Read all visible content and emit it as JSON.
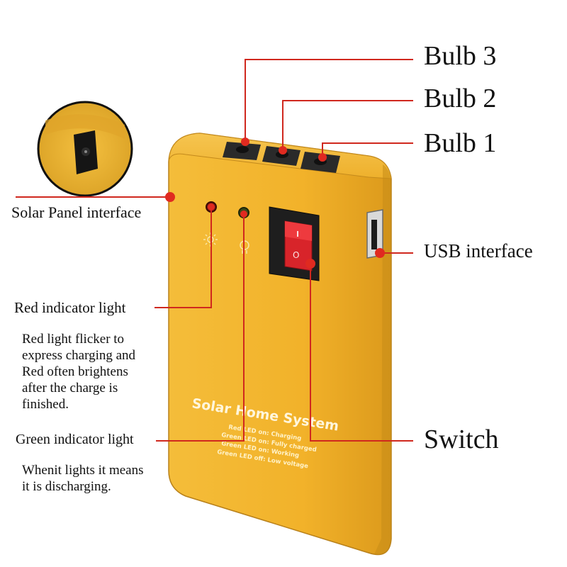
{
  "labels": {
    "bulb3": "Bulb 3",
    "bulb2": "Bulb 2",
    "bulb1": "Bulb 1",
    "solar_panel": "Solar Panel interface",
    "usb": "USB interface",
    "red_indicator": "Red indicator light",
    "green_indicator": "Green indicator light",
    "switch": "Switch"
  },
  "descriptions": {
    "red_lines": [
      "Red light flicker to",
      "express charging and",
      "Red often brightens",
      "after the charge is",
      "finished."
    ],
    "green_lines": [
      "Whenit lights it means",
      "it is discharging."
    ]
  },
  "device": {
    "brand": "Solar Home System",
    "legend": [
      "Red LED on: Charging",
      "Green LED on: Fully charged",
      "Green LED on: Working",
      "Green LED off: Low voltage"
    ],
    "switch_symbol": "O",
    "sun_icon": "sun-icon",
    "bulb_icon": "bulb-icon"
  },
  "colors": {
    "device_body": "#f2b52a",
    "leader_line": "#d0281e",
    "switch_red": "#d8242a"
  }
}
